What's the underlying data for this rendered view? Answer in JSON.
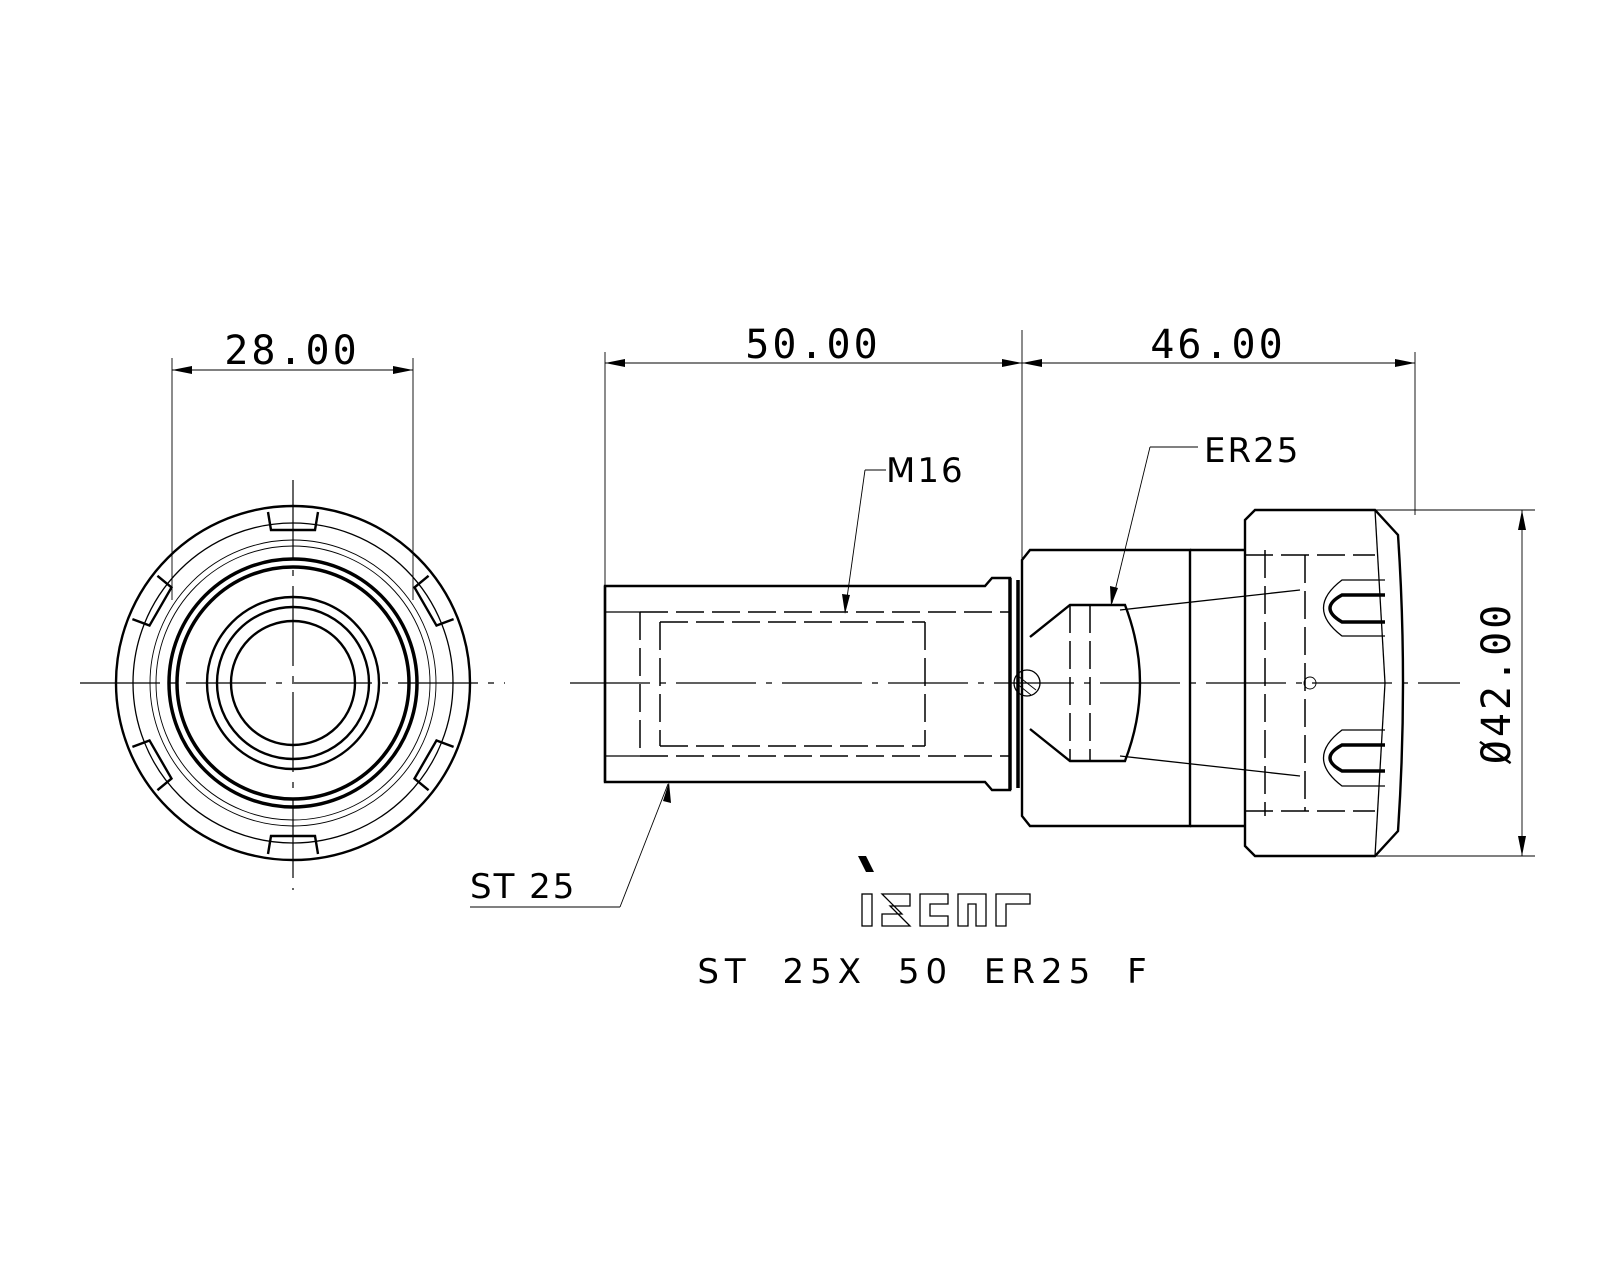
{
  "dimensions": {
    "end_view_width": "28.00",
    "shank_length": "50.00",
    "body_length": "46.00",
    "diameter": "Ø42.00"
  },
  "callouts": {
    "thread": "M16",
    "collet": "ER25",
    "shank": "ST 25"
  },
  "brand": {
    "logo": "iscar"
  },
  "designation": "ST 25X 50 ER25 F"
}
